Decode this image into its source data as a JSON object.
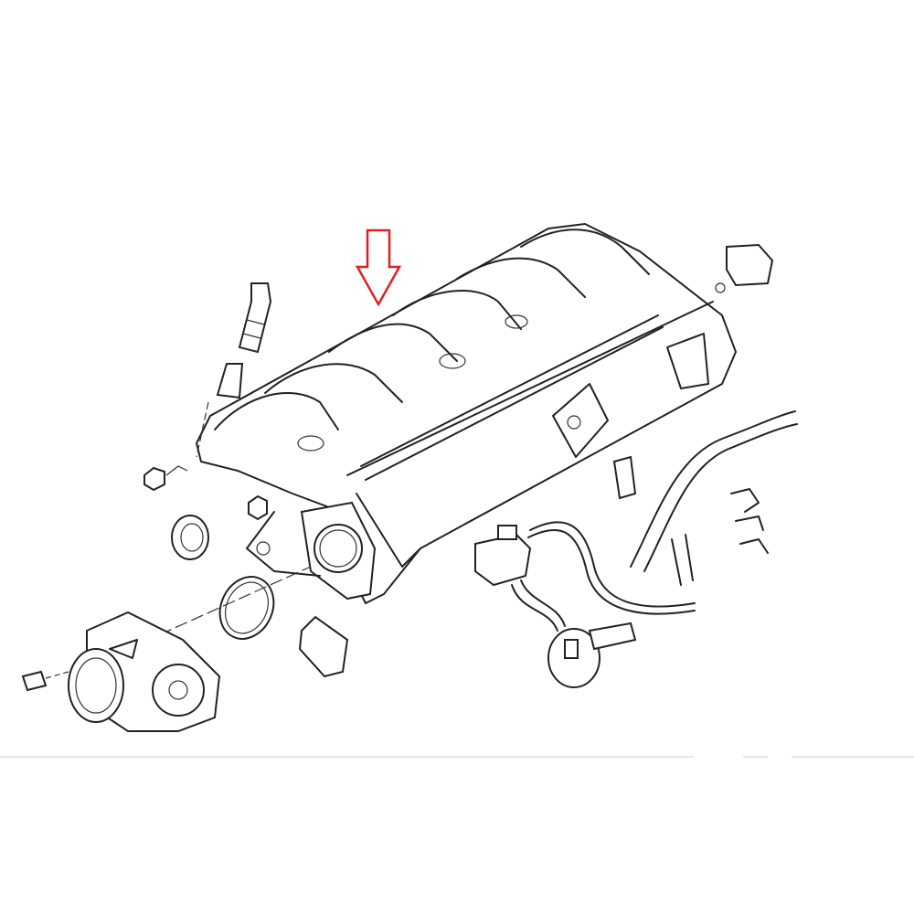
{
  "diagram": {
    "kind": "exploded parts view",
    "highlight_arrow_color": "#e02020",
    "line_color": "#222222",
    "divider_color": "#dddddd",
    "parts": [
      "intake-manifold",
      "bolt",
      "sleeve",
      "nut",
      "sealing-ring",
      "throttle-body",
      "gasket",
      "screw",
      "solenoid-valve",
      "vacuum-hose",
      "sensor-bracket",
      "clips",
      "connector"
    ]
  }
}
